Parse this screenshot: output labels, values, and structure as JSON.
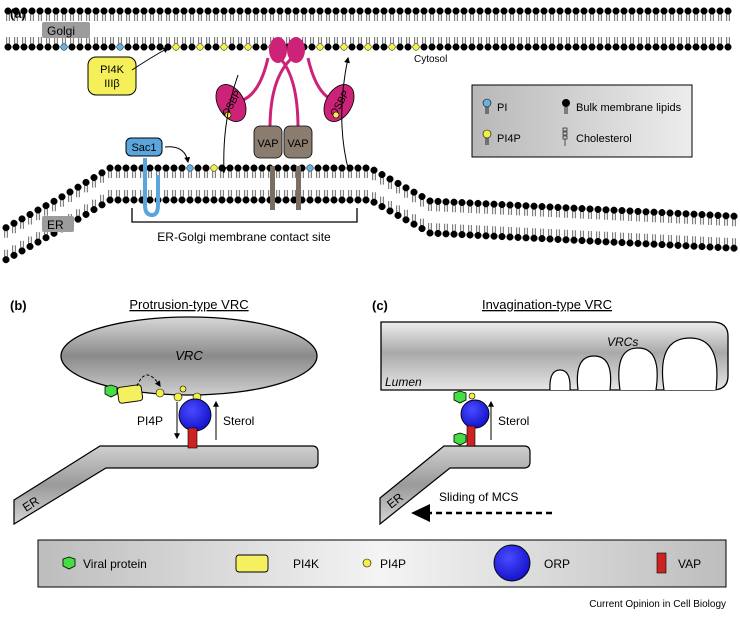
{
  "panels": {
    "a": {
      "letter": "(a)",
      "golgi": "Golgi",
      "er": "ER",
      "cytosol": "Cytosol",
      "pi4k_line1": "PI4K",
      "pi4k_line2": "IIIβ",
      "sac1": "Sac1",
      "osbp": "OSBP",
      "vap": "VAP",
      "mcs_label": "ER-Golgi membrane contact site",
      "legend": {
        "pi": "PI",
        "pi4p": "PI4P",
        "bulk": "Bulk membrane lipids",
        "cholesterol": "Cholesterol"
      }
    },
    "b": {
      "letter": "(b)",
      "title": "Protrusion-type VRC",
      "vrc": "VRC",
      "pi4p": "PI4P",
      "sterol": "Sterol",
      "er": "ER"
    },
    "c": {
      "letter": "(c)",
      "title": "Invagination-type VRC",
      "vrcs": "VRCs",
      "lumen": "Lumen",
      "sterol": "Sterol",
      "er": "ER",
      "sliding": "Sliding of MCS"
    }
  },
  "bottom_legend": {
    "viral": "Viral protein",
    "pi4k": "PI4K",
    "pi4p": "PI4P",
    "orp": "ORP",
    "vap": "VAP"
  },
  "colors": {
    "pi_blue": "#6ab0e0",
    "pi4p_yellow": "#f2ee4a",
    "osbp_magenta": "#cc2277",
    "vap_gray": "#8a7d70",
    "orp_blue": "#1a1ae6",
    "vap_red": "#cc2222",
    "viral_green": "#44dd44",
    "pi4k_yellow": "#f5f060",
    "sac1_blue": "#5aa6dc"
  },
  "credit": "Current Opinion in Cell Biology"
}
